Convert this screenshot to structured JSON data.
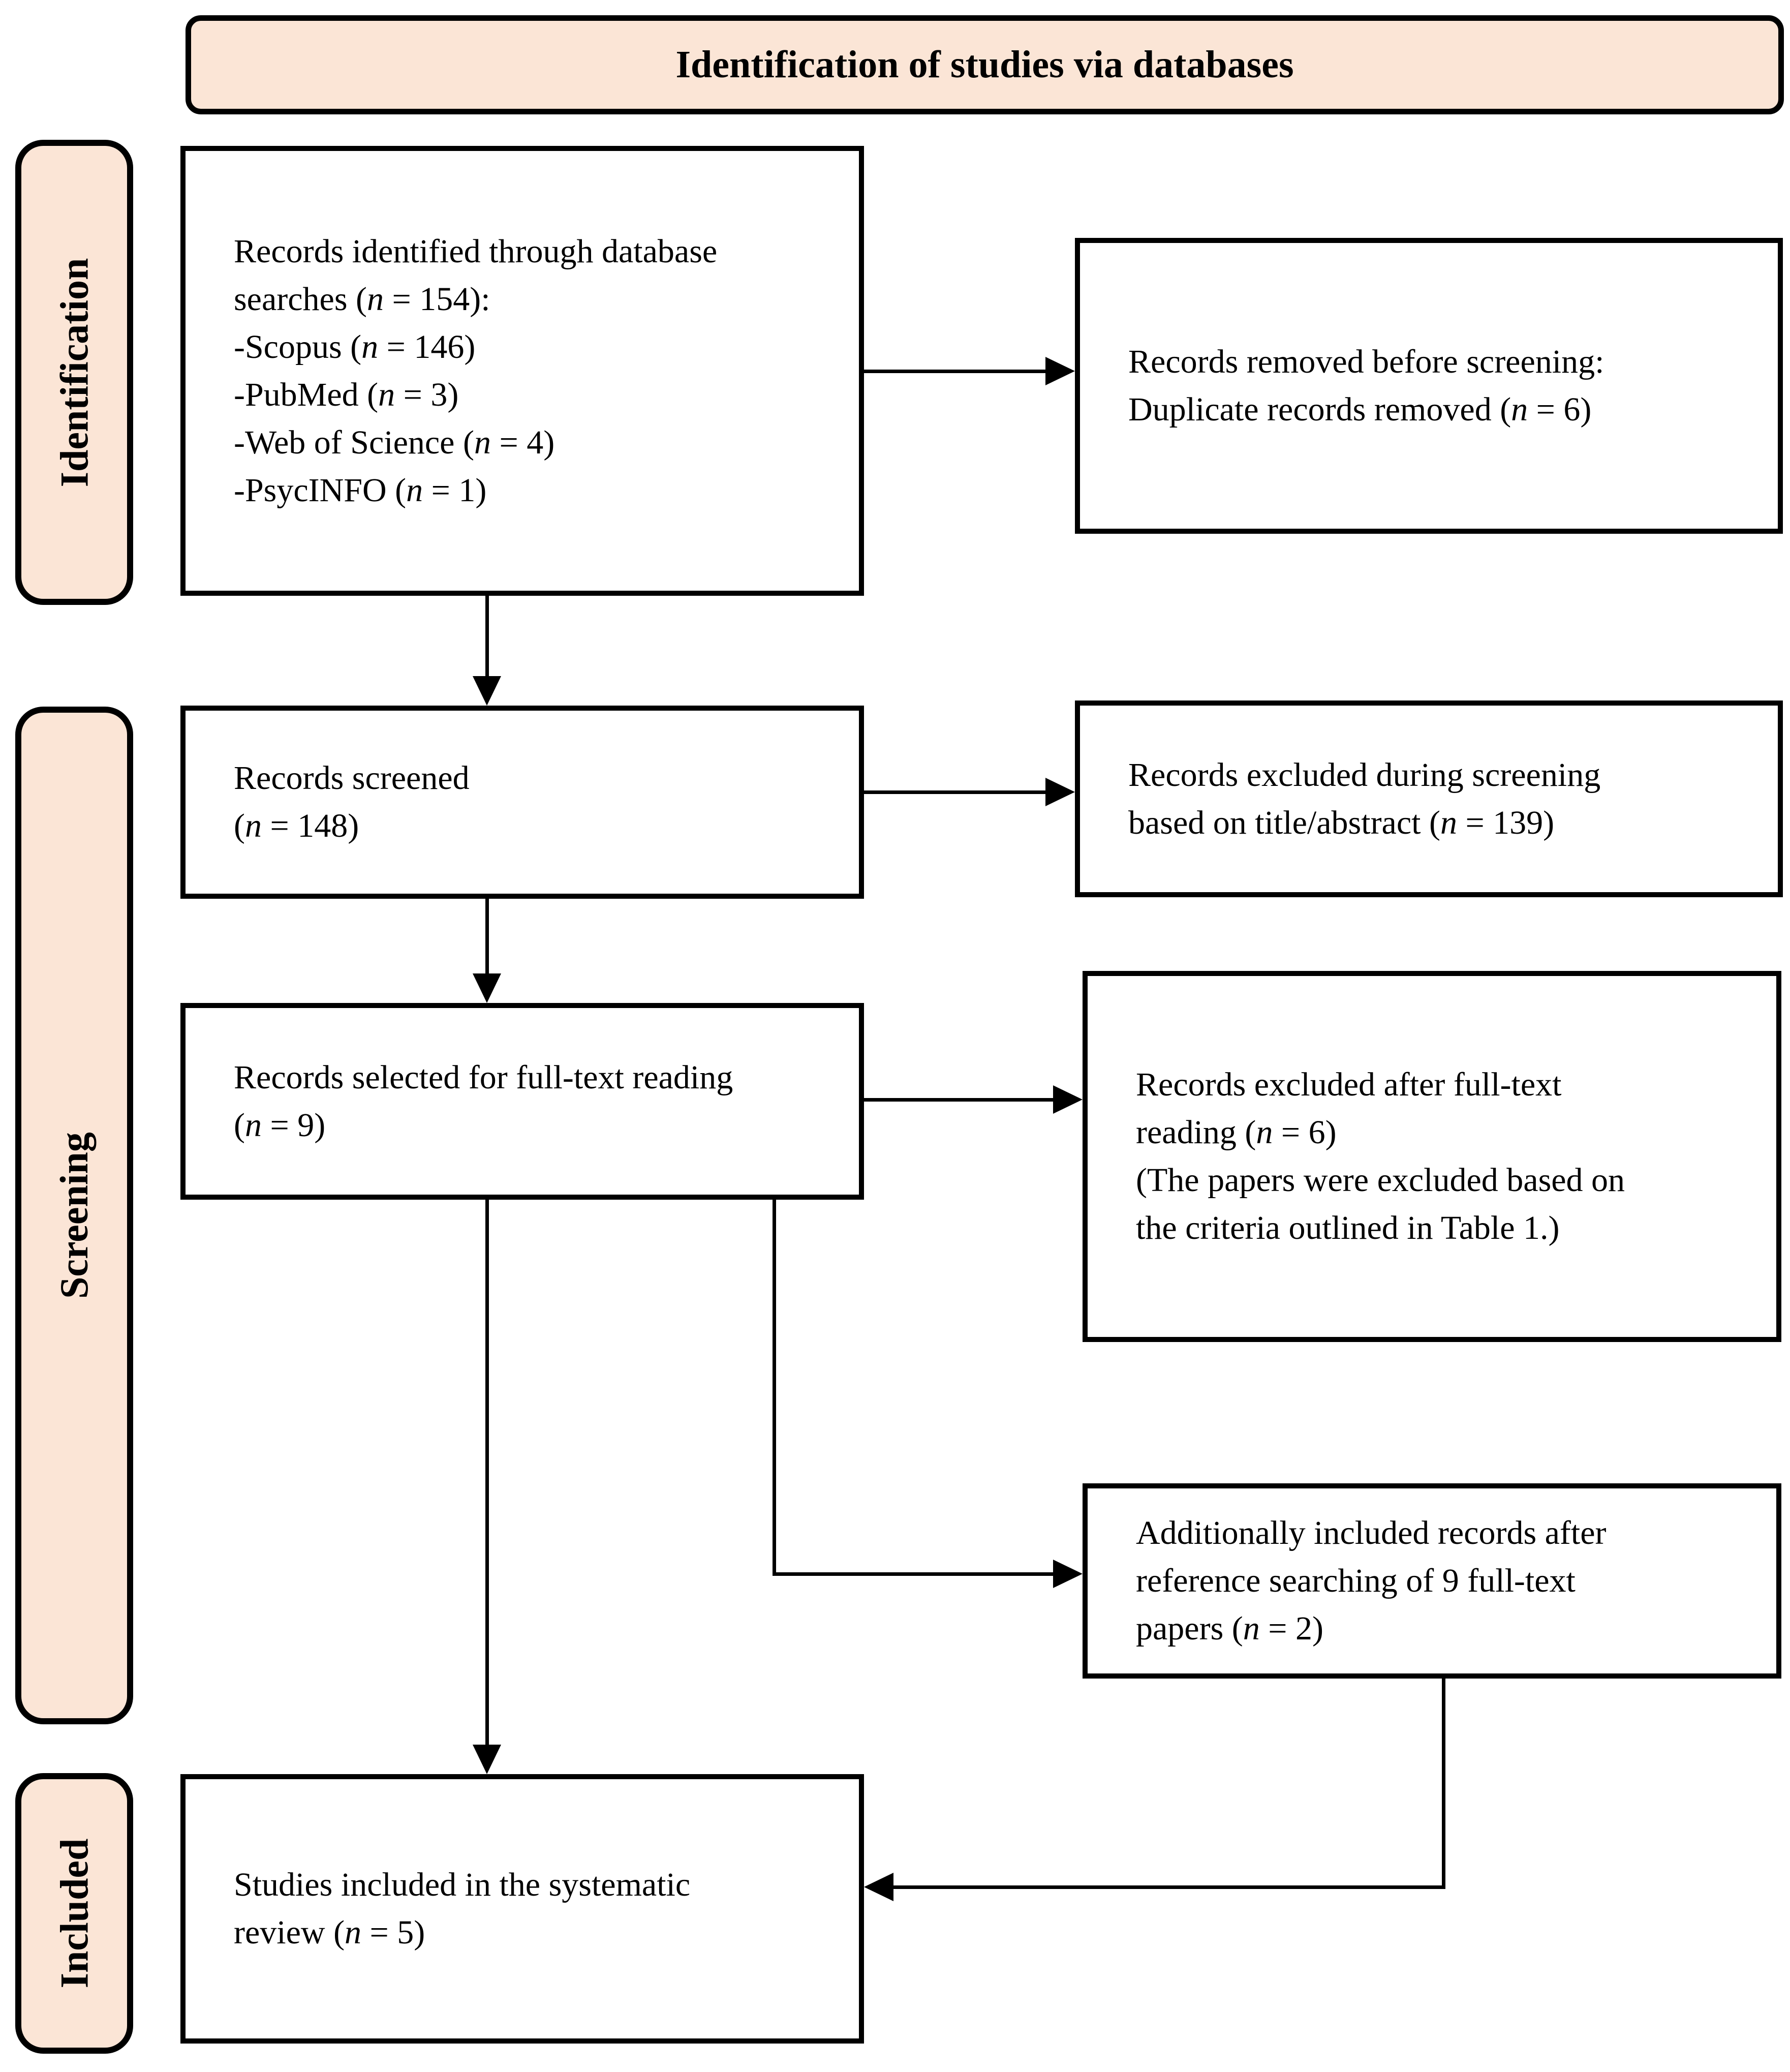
{
  "diagram": {
    "title": "Identification of studies via databases",
    "stages": [
      {
        "id": "identification",
        "label": "Identification"
      },
      {
        "id": "screening",
        "label": "Screening"
      },
      {
        "id": "included",
        "label": "Included"
      }
    ],
    "colors": {
      "stage_fill": "#fbe5d6",
      "box_fill": "#ffffff",
      "border": "#000000",
      "text": "#000000"
    },
    "boxes": {
      "identified": {
        "lines": [
          "Records identified through database",
          "searches (n = 154):",
          "-Scopus (n = 146)",
          "-PubMed (n = 3)",
          "-Web of Science (n = 4)",
          "-PsycINFO (n = 1)"
        ]
      },
      "removed": {
        "lines": [
          "Records removed before screening:",
          "Duplicate records removed (n = 6)"
        ]
      },
      "screened": {
        "lines": [
          "Records screened",
          "(n = 148)"
        ]
      },
      "excluded_screening": {
        "lines": [
          "Records excluded during screening",
          "based on title/abstract (n = 139)"
        ]
      },
      "fulltext": {
        "lines": [
          "Records selected for full-text reading",
          "(n = 9)"
        ]
      },
      "excluded_fulltext": {
        "lines": [
          "Records excluded after full-text",
          "reading (n = 6)",
          "(The papers were excluded based on",
          "the criteria outlined in Table 1.)"
        ]
      },
      "additional": {
        "lines": [
          "Additionally included records after",
          "reference searching of 9 full-text",
          "papers (n = 2)"
        ]
      },
      "included_final": {
        "lines": [
          "Studies included in the systematic",
          "review (n = 5)"
        ]
      }
    }
  }
}
